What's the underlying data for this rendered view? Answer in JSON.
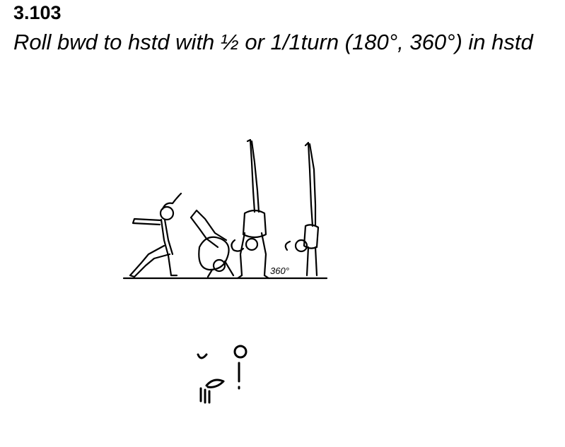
{
  "element": {
    "number": "3.103",
    "description": "Roll bwd to hstd with ½ or 1/1turn (180°, 360°) in hstd"
  },
  "figure": {
    "turn_label": "360°"
  },
  "colors": {
    "ink": "#000000",
    "background": "#ffffff"
  }
}
